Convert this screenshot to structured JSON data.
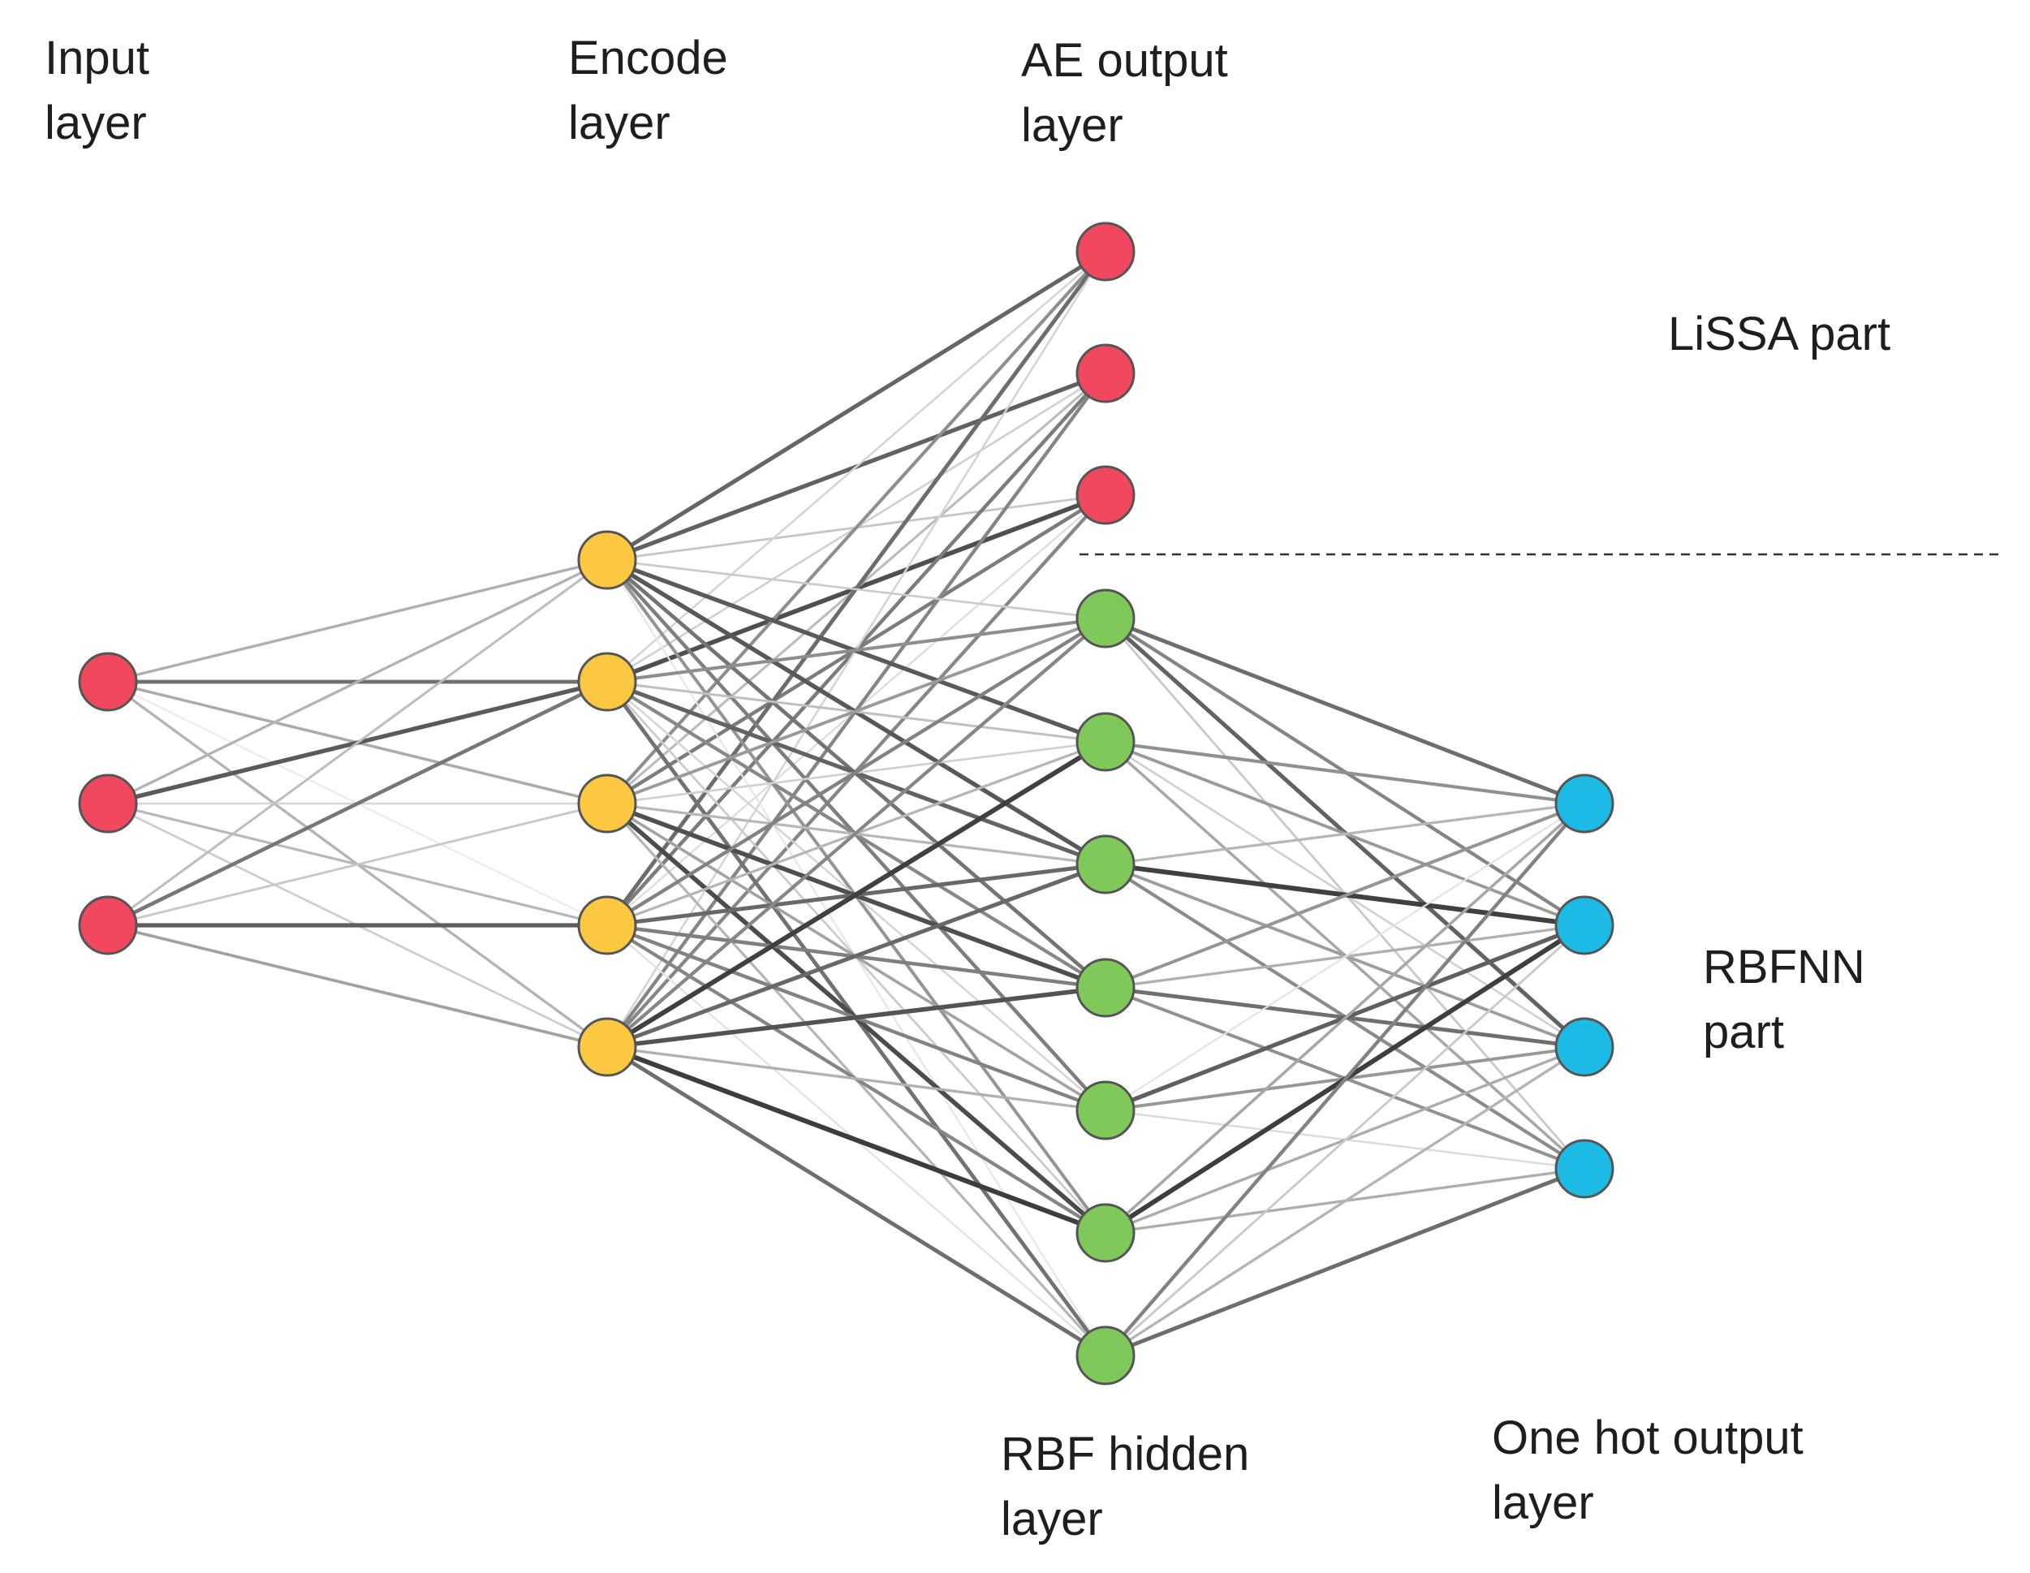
{
  "labels": {
    "input_layer": [
      "Input",
      "layer"
    ],
    "encode_layer": [
      "Encode",
      "layer"
    ],
    "ae_output_layer": [
      "AE output",
      "layer"
    ],
    "lissa_part": [
      "LiSSA part"
    ],
    "rbfnn_part": [
      "RBFNN",
      "part"
    ],
    "rbf_hidden_layer": [
      "RBF hidden",
      "layer"
    ],
    "one_hot_output_layer": [
      "One hot output",
      "layer"
    ]
  },
  "layers": [
    {
      "id": "input",
      "count": 3,
      "color": "#f0485e"
    },
    {
      "id": "encode",
      "count": 5,
      "color": "#fcc842"
    },
    {
      "id": "ae_output",
      "count": 3,
      "color": "#f0485e"
    },
    {
      "id": "rbf_hidden",
      "count": 7,
      "color": "#7ec95a"
    },
    {
      "id": "one_hot_output",
      "count": 4,
      "color": "#1bbbe6"
    }
  ],
  "connections": [
    [
      "input",
      "encode"
    ],
    [
      "encode",
      "ae_output"
    ],
    [
      "encode",
      "rbf_hidden"
    ],
    [
      "rbf_hidden",
      "one_hot_output"
    ]
  ],
  "separator": {
    "style": "dashed",
    "color": "#333333"
  }
}
